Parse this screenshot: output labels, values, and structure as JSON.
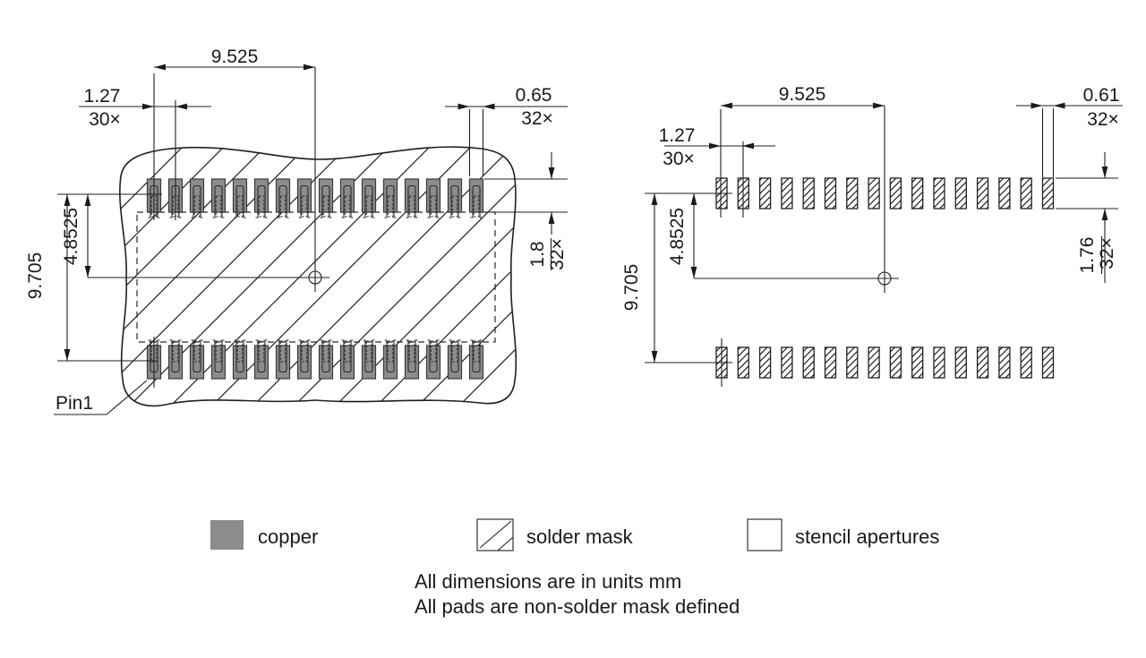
{
  "drawing": {
    "land_pattern_view": {
      "dimensions": {
        "span": "9.525",
        "pitch": {
          "value": "1.27",
          "count": "30×"
        },
        "pad_width": {
          "value": "0.65",
          "count": "32×"
        },
        "pad_height": {
          "value": "1.8",
          "count": "32×"
        },
        "half_row_span": "4.8525",
        "row_span": "9.705"
      },
      "pin1_label": "Pin1",
      "pads_per_row": 16,
      "rows": 2
    },
    "stencil_view": {
      "dimensions": {
        "span": "9.525",
        "pitch": {
          "value": "1.27",
          "count": "30×"
        },
        "aperture_width": {
          "value": "0.61",
          "count": "32×"
        },
        "aperture_height": {
          "value": "1.76",
          "count": "32×"
        },
        "half_row_span": "4.8525",
        "row_span": "9.705"
      },
      "apertures_per_row": 16,
      "rows": 2
    }
  },
  "legend": {
    "copper": "copper",
    "solder_mask": "solder mask",
    "stencil_apertures": "stencil apertures"
  },
  "notes": {
    "units": "All dimensions are in units mm",
    "mask": "All pads are non-solder mask defined"
  },
  "colors": {
    "copper_fill": "#8c8c8c",
    "line": "#1f1f1f",
    "background": "#ffffff"
  }
}
